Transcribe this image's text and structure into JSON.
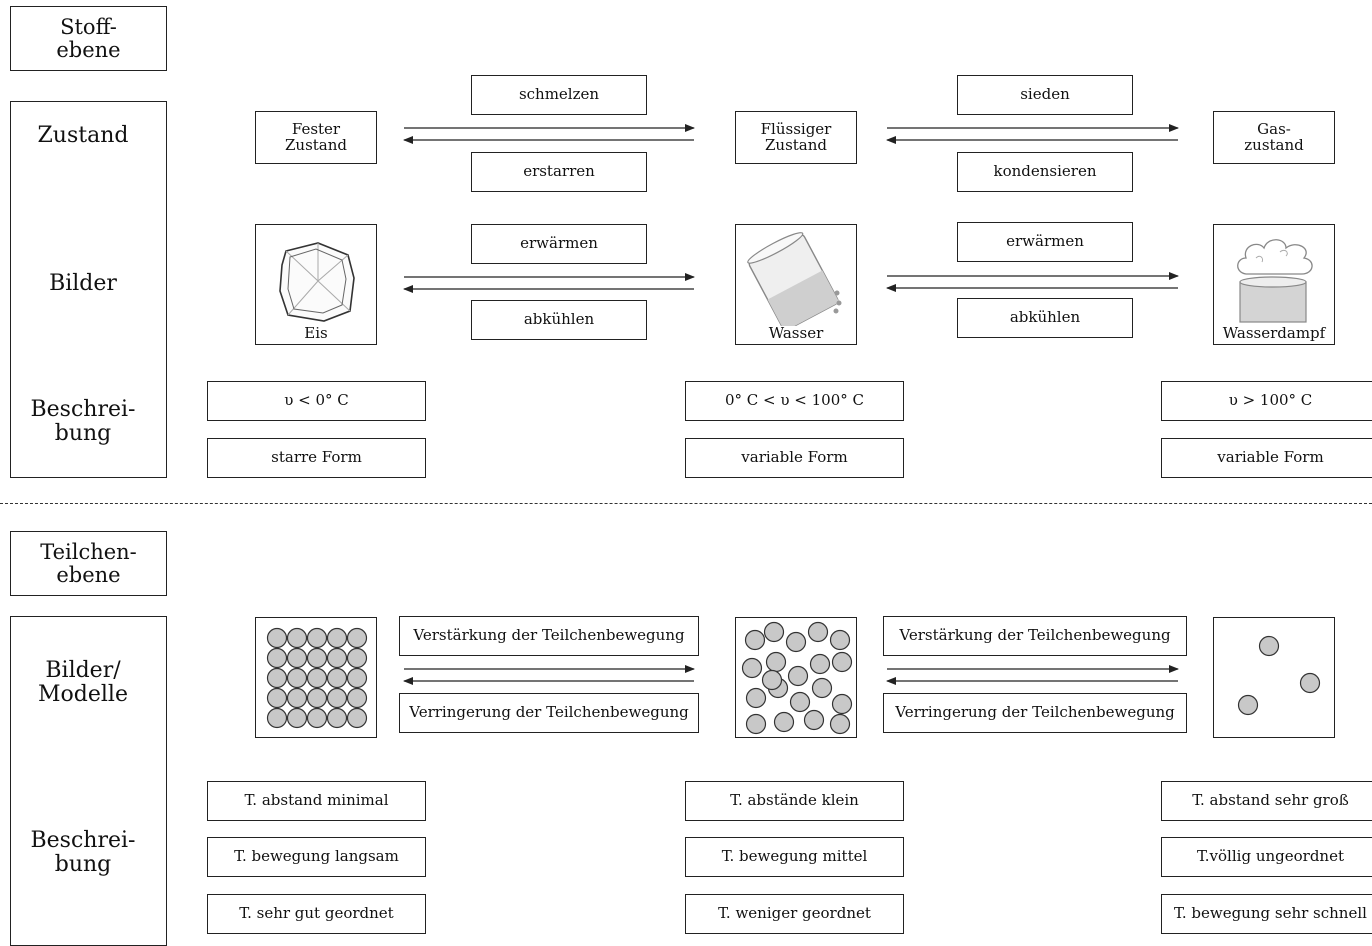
{
  "stoff": {
    "header": "Stoff-\nebene",
    "rows": {
      "zustand": "Zustand",
      "bilder": "Bilder",
      "beschreibung": "Beschrei-\nbung"
    },
    "states": {
      "solid": "Fester\nZustand",
      "liquid": "Flüssiger\nZustand",
      "gas": "Gas-\nzustand"
    },
    "transitions": {
      "solid_liquid_forward": "schmelzen",
      "solid_liquid_back": "erstarren",
      "liquid_gas_forward": "sieden",
      "liquid_gas_back": "kondensieren",
      "pic_solid_liquid_forward": "erwärmen",
      "pic_solid_liquid_back": "abkühlen",
      "pic_liquid_gas_forward": "erwärmen",
      "pic_liquid_gas_back": "abkühlen"
    },
    "pictures": {
      "solid": "Eis",
      "liquid": "Wasser",
      "gas": "Wasserdampf"
    },
    "descriptions": {
      "solid": [
        "υ < 0° C",
        "starre Form"
      ],
      "liquid": [
        "0° C < υ < 100° C",
        "variable Form"
      ],
      "gas": [
        "υ > 100° C",
        "variable Form"
      ]
    }
  },
  "teilchen": {
    "header": "Teilchen-\nebene",
    "rows": {
      "modelle": "Bilder/\nModelle",
      "beschreibung": "Beschrei-\nbung"
    },
    "transitions": {
      "a_forward": "Verstärkung der Teilchenbewegung",
      "a_back": "Verringerung der Teilchenbewegung",
      "b_forward": "Verstärkung der Teilchenbewegung",
      "b_back": "Verringerung der Teilchenbewegung"
    },
    "descriptions": {
      "solid": [
        "T. abstand minimal",
        "T. bewegung langsam",
        "T. sehr gut geordnet"
      ],
      "liquid": [
        "T. abstände klein",
        "T. bewegung mittel",
        "T. weniger geordnet"
      ],
      "gas": [
        "T. abstand sehr groß",
        "T.völlig ungeordnet",
        "T. bewegung sehr schnell"
      ]
    }
  },
  "colors": {
    "particle_fill": "#c8c8c8",
    "line": "#222222"
  }
}
